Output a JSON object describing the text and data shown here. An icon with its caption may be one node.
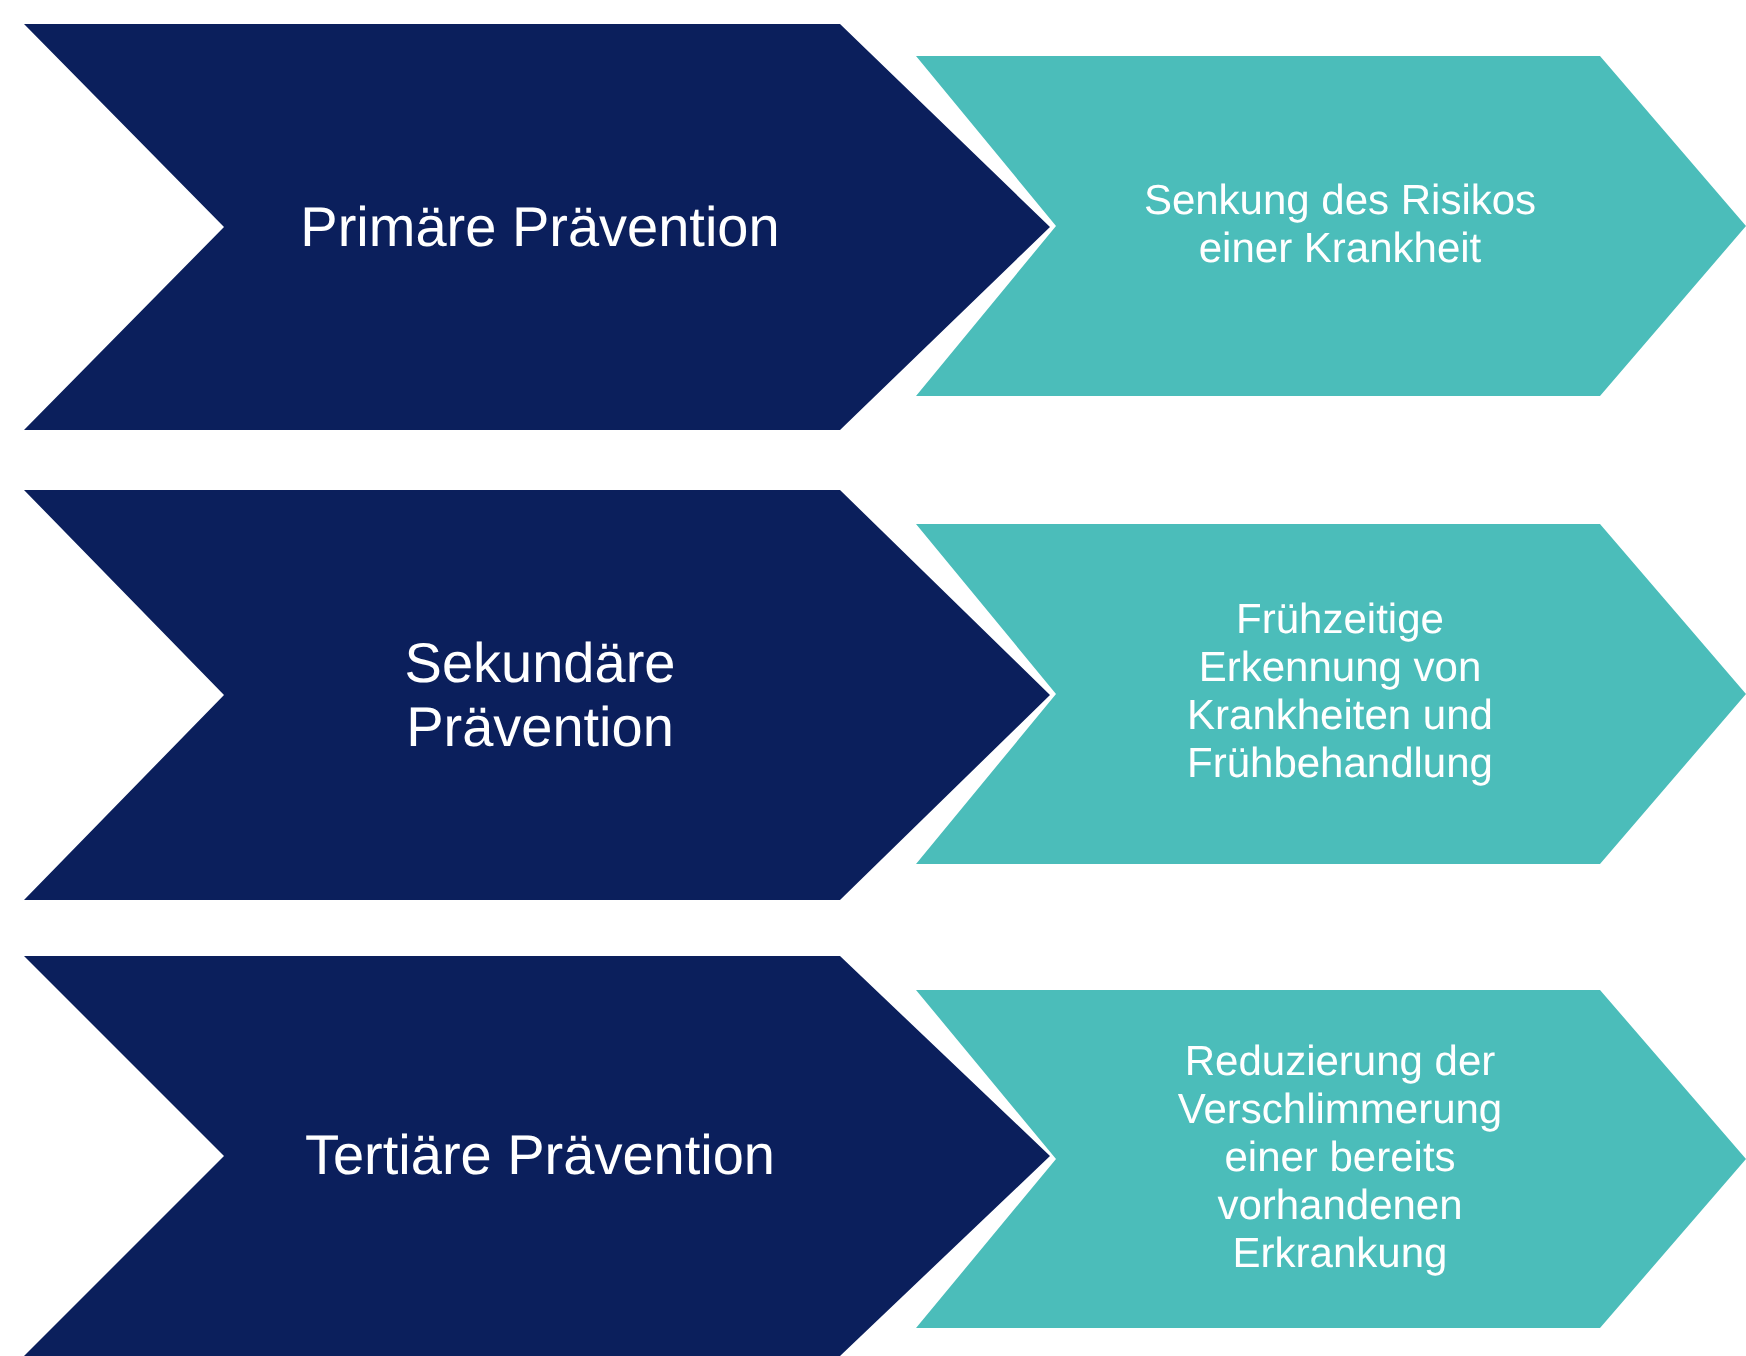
{
  "diagram": {
    "nodes": [
      {
        "text": [
          "Primäre Prävention"
        ]
      },
      {
        "text": [
          "Senkung des Risikos einer Krankheit"
        ]
      },
      {
        "text": [
          "Sekundäre Prävention"
        ]
      },
      {
        "text": [
          "Frühzeitige Erkennung von Krankheiten und Frühbehandlung"
        ]
      },
      {
        "text": [
          "Tertiäre Prävention"
        ]
      },
      {
        "text": [
          "Reduzierung der Verschlimmerung einer bereits vorhandenen Erkrankung"
        ]
      }
    ]
  }
}
